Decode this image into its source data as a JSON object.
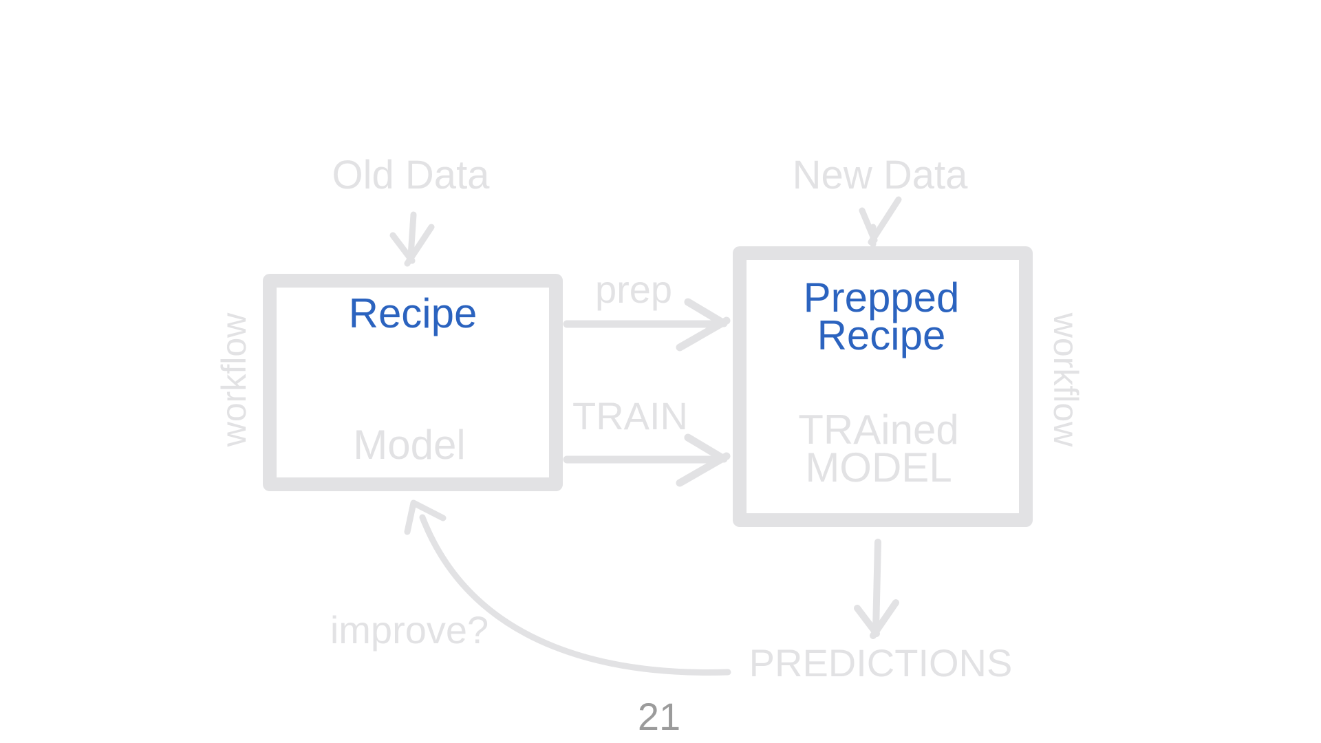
{
  "slide": {
    "page_number": "21",
    "labels": {
      "old_data": "Old Data",
      "new_data": "New Data",
      "prep": "prep",
      "train": "TRAIN",
      "improve": "improve?",
      "predictions": "PREDICTIONS"
    },
    "left_box": {
      "title": "Recipe",
      "result": "Model",
      "side_label": "workflow"
    },
    "right_box": {
      "title_line1": "Prepped",
      "title_line2": "Recipe",
      "result_line1": "TRAined",
      "result_line2": "MODEL",
      "side_label": "workflow"
    },
    "colors": {
      "accent_blue": "#2b63bf",
      "light_gray": "#e2e2e4",
      "arrow_dark_gray": "#b1b1b1",
      "chevron_gray": "#a8a8a8",
      "page_number_gray": "#9b9b9b"
    }
  }
}
